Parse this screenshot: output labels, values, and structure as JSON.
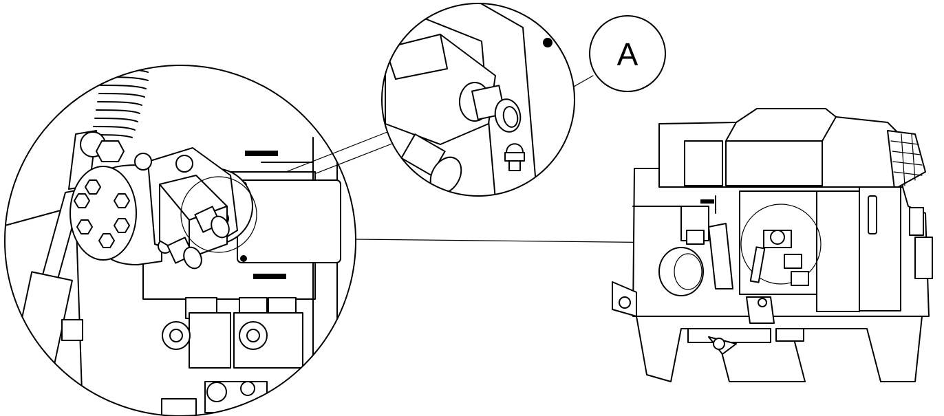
{
  "figure": {
    "callout": {
      "label": "A"
    },
    "views": {
      "overview": "machine-overview",
      "detail": "pump-detail",
      "closeup": "fitting-closeup"
    }
  }
}
